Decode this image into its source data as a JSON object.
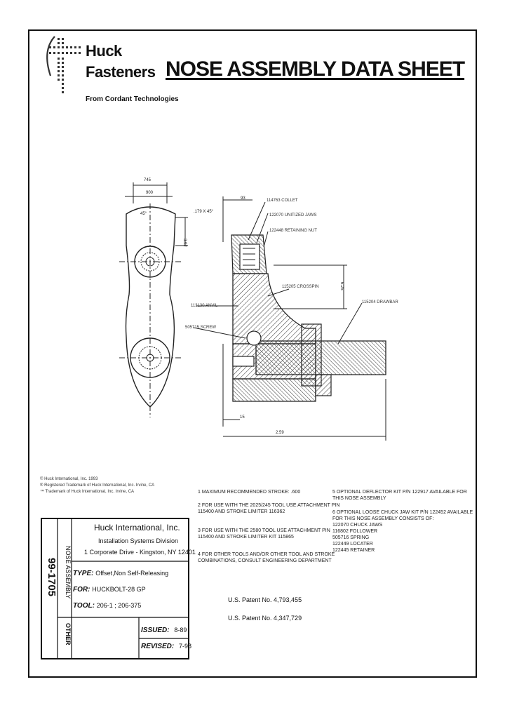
{
  "brand": {
    "line1": "Huck",
    "line2": "Fasteners",
    "tagline": "From Cordant Technologies"
  },
  "title": "NOSE ASSEMBLY DATA SHEET",
  "drawing_labels": {
    "dim_top_1": "745",
    "dim_top_2": "900",
    "dim_angle": "45°",
    "dim_side": "3.92",
    "dim_collet_w": "93",
    "dim_chamfer": ".179 X 45°",
    "part_collet": "114763 COLLET",
    "part_jaws": "122070 UNITIZED JAWS",
    "part_nut": "122448 RETAINING NUT",
    "part_crosspin": "115205 CROSSPIN",
    "part_anvil": "113130 ANVIL",
    "part_drawbar": "115204 DRAWBAR",
    "part_screw": "505715 SCREW",
    "dim_height": "6.25",
    "dim_bottom_small": "15",
    "dim_length": "2.59"
  },
  "trademarks": [
    "© Huck International, Inc. 1993",
    "® Registered Trademark of Huck International, Inc. Irvine, CA",
    "™ Trademark of Huck International, Inc. Irvine, CA"
  ],
  "notes": [
    "1  MAXIMUM RECOMMENDED STROKE: .600",
    "2  FOR USE WITH THE 2025/245 TOOL USE ATTACHMENT PIN\n    115400 AND STROKE LIMITER 116362",
    "3  FOR USE WITH THE 2580 TOOL USE ATTACHMENT PIN\n    115400 AND STROKE LIMITER KIT 115865",
    "4  FOR OTHER TOOLS AND/OR OTHER TOOL AND STROKE\n    COMBINATIONS, CONSULT ENGINEERING DEPARTMENT",
    "5  OPTIONAL DEFLECTOR KIT P/N 122917 AVAILABLE FOR\n    THIS NOSE ASSEMBLY",
    "6  OPTIONAL LOOSE CHUCK JAW KIT P/N 122452 AVAILABLE\n    FOR THIS NOSE ASSEMBLY CONSISTS OF:\n    122070 CHUCK JAWS\n    116802 FOLLOWER\n    505716 SPRING\n    122449 LOCATER\n    122445 RETAINER"
  ],
  "patents": [
    "U.S. Patent No. 4,793,455",
    "U.S. Patent No. 4,347,729"
  ],
  "title_block": {
    "doc_number": "99-1705",
    "category": "NOSE ASSEMBLY",
    "other": "OTHER",
    "company": "Huck International, Inc.",
    "division": "Installation Systems Division",
    "address": "1 Corporate Drive - Kingston, NY  12401",
    "type_label": "TYPE:",
    "type_value": "Offset,Non Self-Releasing",
    "for_label": "FOR:",
    "for_value": "HUCKBOLT-28 GP",
    "tool_label": "TOOL:",
    "tool_value": "206-1 ; 206-375",
    "issued_label": "ISSUED:",
    "issued_value": "8-89",
    "revised_label": "REVISED:",
    "revised_value": "7-98"
  }
}
